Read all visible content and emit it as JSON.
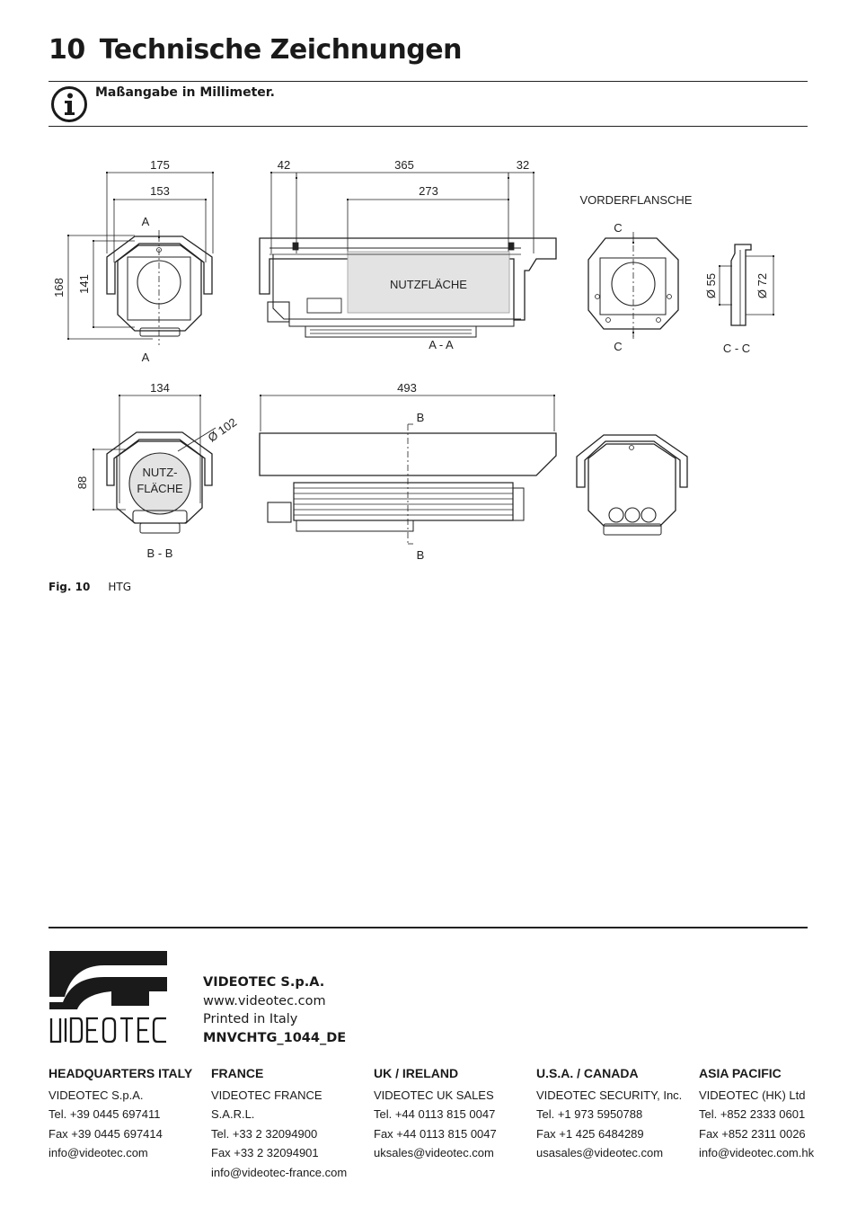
{
  "section": {
    "number": "10",
    "title": "Technische Zeichnungen"
  },
  "note": {
    "icon": "info-icon",
    "text": "Maßangabe in Millimeter."
  },
  "drawing": {
    "dims": {
      "d175": "175",
      "d153": "153",
      "d168": "168",
      "d141": "141",
      "d42": "42",
      "d365": "365",
      "d32": "32",
      "d273": "273",
      "d134": "134",
      "d88": "88",
      "d102": "Ø 102",
      "d493": "493",
      "d55": "Ø 55",
      "d72": "Ø 72"
    },
    "labels": {
      "a_top": "A",
      "a_bottom": "A",
      "section_aa": "A - A",
      "nutzflaeche": "NUTZFLÄCHE",
      "vorderflansche": "VORDERFLANSCHE",
      "c_top": "C",
      "c_bottom": "C",
      "section_cc": "C - C",
      "nutz_line1": "NUTZ-",
      "nutz_line2": "FLÄCHE",
      "section_bb": "B - B",
      "b_top": "B",
      "b_bottom": "B"
    }
  },
  "figure": {
    "label": "Fig. 10",
    "caption": "HTG"
  },
  "company": {
    "logo_text": "VIDEOTEC",
    "name": "VIDEOTEC S.p.A.",
    "web": "www.videotec.com",
    "printed": "Printed in Italy",
    "code": "MNVCHTG_1044_DE"
  },
  "offices": [
    {
      "heading": "HEADQUARTERS ITALY",
      "name": "VIDEOTEC S.p.A.",
      "tel": "Tel. +39 0445 697411",
      "fax": "Fax +39 0445 697414",
      "email": "info@videotec.com"
    },
    {
      "heading": "FRANCE",
      "name": "VIDEOTEC FRANCE S.A.R.L.",
      "tel": "Tel. +33 2 32094900",
      "fax": "Fax +33 2 32094901",
      "email": "info@videotec-france.com"
    },
    {
      "heading": "UK / IRELAND",
      "name": "VIDEOTEC UK SALES",
      "tel": "Tel. +44 0113 815 0047",
      "fax": "Fax +44 0113 815 0047",
      "email": "uksales@videotec.com"
    },
    {
      "heading": "U.S.A. / CANADA",
      "name": "VIDEOTEC SECURITY, Inc.",
      "tel": "Tel. +1 973 5950788",
      "fax": "Fax +1 425 6484289",
      "email": "usasales@videotec.com"
    },
    {
      "heading": "ASIA PACIFIC",
      "name": "VIDEOTEC (HK) Ltd",
      "tel": "Tel. +852 2333 0601",
      "fax": "Fax +852 2311 0026",
      "email": "info@videotec.com.hk"
    }
  ]
}
